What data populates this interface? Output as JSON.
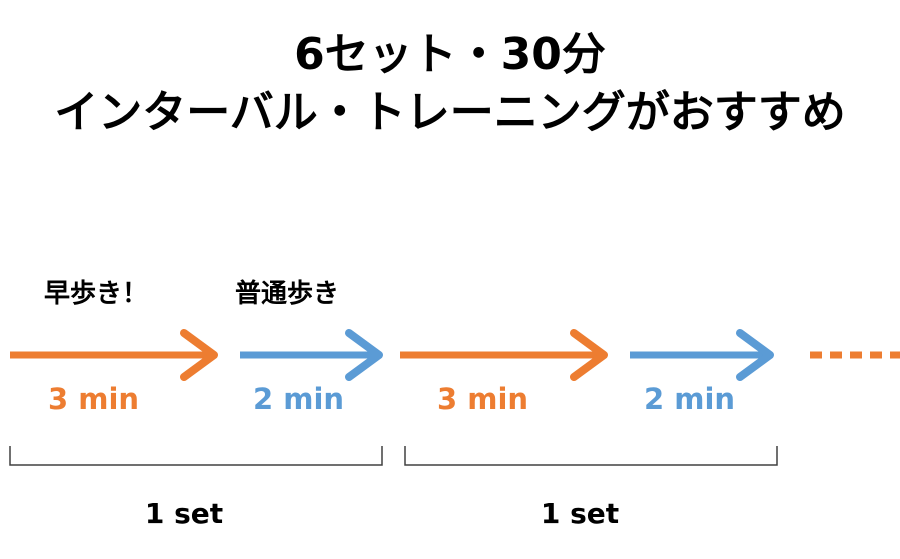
{
  "title": {
    "line1": "6セット・30分",
    "line2": "インターバル・トレーニングがおすすめ"
  },
  "labels": {
    "fast_walk": "早歩き！",
    "normal_walk": "普通歩き"
  },
  "segments": [
    {
      "label": "3 min",
      "color": "#ED7D31"
    },
    {
      "label": "2 min",
      "color": "#5B9BD5"
    },
    {
      "label": "3 min",
      "color": "#ED7D31"
    },
    {
      "label": "2 min",
      "color": "#5B9BD5"
    }
  ],
  "sets": [
    {
      "label": "1 set"
    },
    {
      "label": "1 set"
    }
  ],
  "colors": {
    "fast": "#ED7D31",
    "normal": "#5B9BD5",
    "bracket": "#404040"
  }
}
